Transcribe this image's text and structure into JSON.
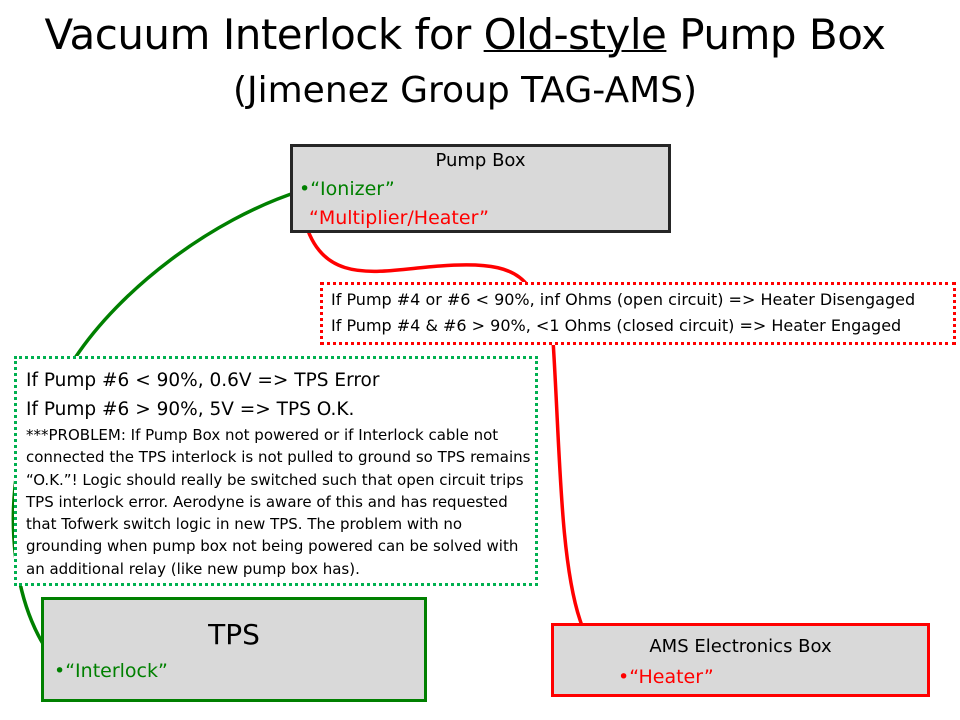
{
  "title": {
    "prefix": "Vacuum Interlock for ",
    "underlined": "Old-style",
    "suffix": " Pump Box"
  },
  "subtitle": "(Jimenez Group TAG-AMS)",
  "pump_box": {
    "title": "Pump Box",
    "ionizer": "•“Ionizer”",
    "heater": "“Multiplier/Heater”"
  },
  "heater_note": {
    "line1": "If Pump #4 or #6 < 90%,  inf Ohms (open circuit) => Heater Disengaged",
    "line2": "If Pump #4 & #6 > 90%,  <1 Ohms (closed circuit) => Heater Engaged"
  },
  "tps_note": {
    "line1": "If Pump #6 < 90%,  0.6V  => TPS Error",
    "line2": "If Pump #6 > 90%,  5V => TPS O.K.",
    "problem": "***PROBLEM: If Pump Box not powered or if  Interlock cable not connected the TPS interlock is not pulled to ground so TPS remains “O.K.”!  Logic should really be switched such that open circuit trips TPS interlock error. Aerodyne is aware of this and has requested that Tofwerk switch logic in new TPS. The problem with no grounding when pump box not being powered can be solved with an additional relay (like new pump box has)."
  },
  "tps_box": {
    "title": "TPS",
    "interlock": "•“Interlock”"
  },
  "ams_box": {
    "title": "AMS Electronics Box",
    "heater": "•“Heater”"
  },
  "colors": {
    "green": "#008000",
    "green_dotted": "#00b050",
    "red": "#ff0000",
    "box_fill": "#d9d9d9"
  }
}
